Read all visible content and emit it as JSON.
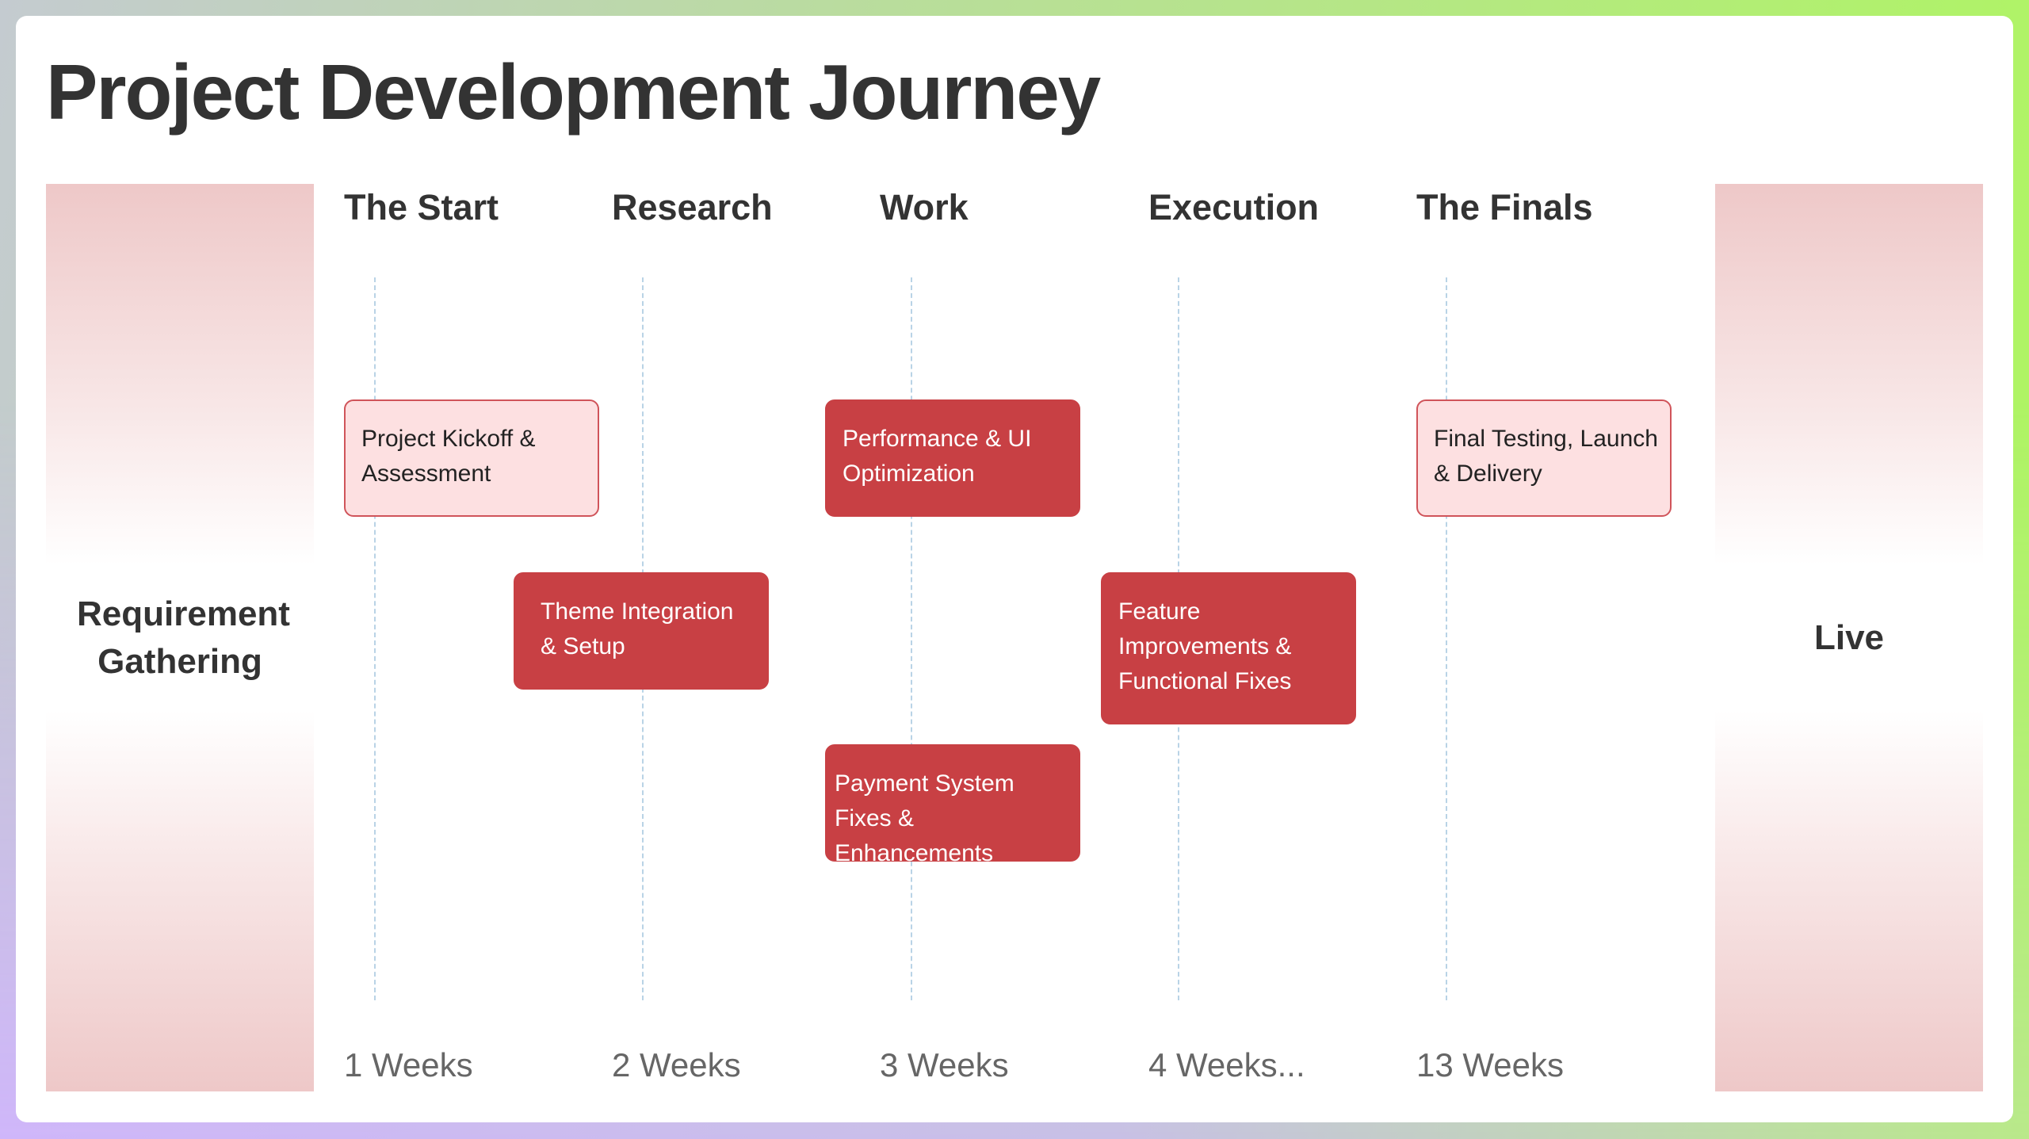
{
  "title": "Project Development Journey",
  "start_panel": {
    "label": "Requirement Gathering"
  },
  "end_panel": {
    "label": "Live"
  },
  "phases": [
    {
      "name": "The Start",
      "duration": "1 Weeks"
    },
    {
      "name": "Research",
      "duration": "2 Weeks"
    },
    {
      "name": "Work",
      "duration": "3 Weeks"
    },
    {
      "name": "Execution",
      "duration": "4 Weeks..."
    },
    {
      "name": "The Finals",
      "duration": "13 Weeks"
    }
  ],
  "tasks": [
    {
      "label": "Project Kickoff & Assessment",
      "style": "light"
    },
    {
      "label": "Theme Integration & Setup",
      "style": "dark"
    },
    {
      "label": "Performance & UI Optimization",
      "style": "dark"
    },
    {
      "label": "Payment System Fixes & Enhancements",
      "style": "dark"
    },
    {
      "label": "Feature Improvements & Functional Fixes",
      "style": "dark"
    },
    {
      "label": "Final Testing, Launch & Delivery",
      "style": "light"
    }
  ],
  "colors": {
    "accent_dark": "#c84044",
    "accent_light": "#fde0e1",
    "panel": "#eec8c8",
    "guide": "#b9d3e6"
  }
}
